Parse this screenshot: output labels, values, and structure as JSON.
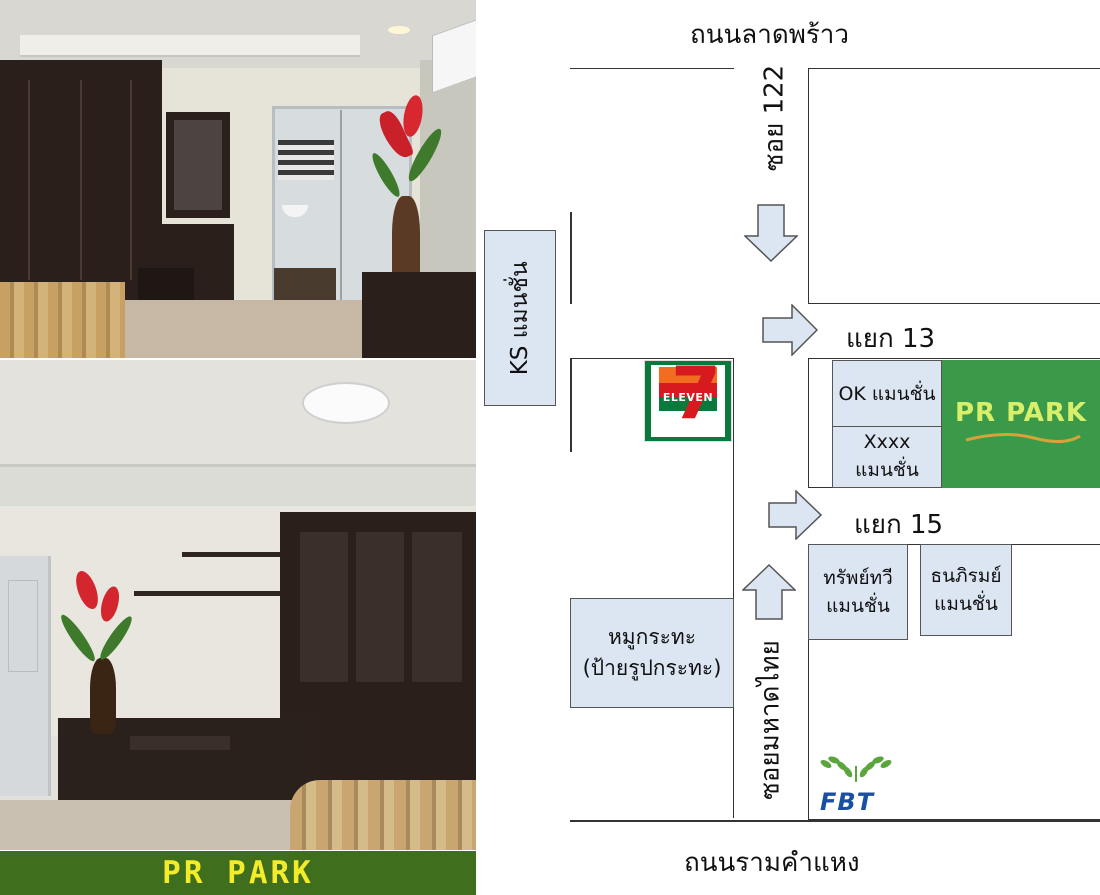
{
  "caption": {
    "text": "PR PARK"
  },
  "map": {
    "roads": {
      "top_road": "ถนนลาดพร้าว",
      "bottom_road": "ถนนรามคำแหง",
      "soi_122": "ซอย 122",
      "soi_mahadthai": "ซอยมหาดไทย",
      "junction_13": "แยก 13",
      "junction_15": "แยก 15"
    },
    "places": {
      "ks_mansion": "KS แมนชั่น",
      "ok_mansion": "OK แมนชั่น",
      "xxxx_mansion": [
        "Xxxx",
        "แมนชั่น"
      ],
      "sap_thawee": [
        "ทรัพย์ทวี",
        "แมนชั่น"
      ],
      "thanapirom": [
        "ธนภิรมย์",
        "แมนชั่น"
      ],
      "moo_kratha": [
        "หมูกระทะ",
        "(ป้ายรูปกระทะ)"
      ],
      "pr_park_logo": "PR PARK"
    },
    "logos": {
      "seven_eleven": {
        "digit": "7",
        "word": "ELEVEN"
      },
      "fbt": "FBT"
    },
    "colors": {
      "label_fill": "#dce6f2",
      "pr_park_green": "#3b9a4a",
      "seven_green": "#0a7a3c",
      "seven_orange": "#f26d1f",
      "seven_red": "#d71920",
      "fbt_blue": "#1b4fa3"
    }
  }
}
